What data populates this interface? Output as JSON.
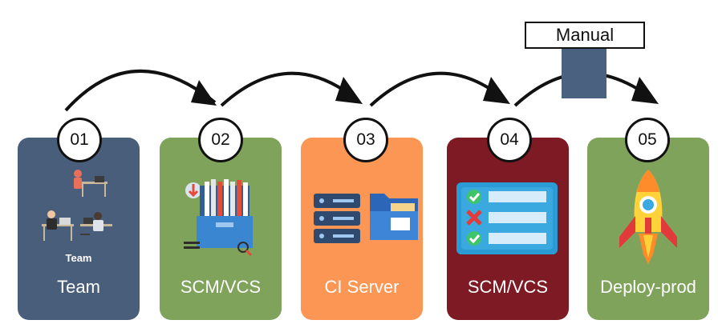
{
  "manual_label": "Manual",
  "colors": {
    "team": "#495e7b",
    "scm": "#7fa35a",
    "ci": "#fb9654",
    "scm2": "#7d1a23",
    "deploy": "#7fa35a",
    "gate": "#4a6180",
    "arrow": "#111111"
  },
  "stages": [
    {
      "number": "01",
      "label": "Team",
      "icon": "team-people-icon",
      "caption": "Team"
    },
    {
      "number": "02",
      "label": "SCM/VCS",
      "icon": "file-cabinet-icon"
    },
    {
      "number": "03",
      "label": "CI Server",
      "icon": "server-folder-icon"
    },
    {
      "number": "04",
      "label": "SCM/VCS",
      "icon": "checklist-icon"
    },
    {
      "number": "05",
      "label": "Deploy-prod",
      "icon": "rocket-icon"
    }
  ]
}
